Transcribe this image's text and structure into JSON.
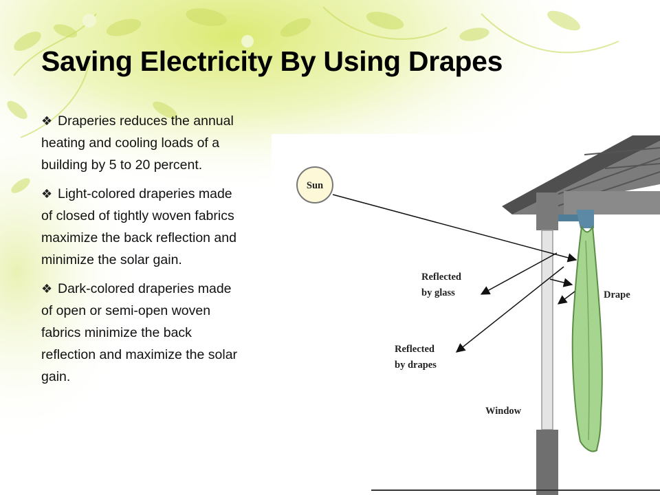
{
  "title": "Saving Electricity By Using Drapes",
  "bullet_icon": "diamond-bullet-icon",
  "bullets": [
    "Draperies reduces the annual heating and cooling loads of a building by 5 to 20 percent.",
    "Light-colored draperies made of closed of tightly woven fabrics maximize the back reflection and minimize the solar gain.",
    "Dark-colored draperies made of open or semi-open woven fabrics minimize the back reflection and maximize the solar gain."
  ],
  "diagram": {
    "sun_label": "Sun",
    "reflected_glass": [
      "Reflected",
      "by glass"
    ],
    "reflected_drapes": [
      "Reflected",
      "by drapes"
    ],
    "drape_label": "Drape",
    "window_label": "Window"
  },
  "colors": {
    "background_accent": "#d8e86a",
    "sun_fill": "#fdf8d8",
    "roof": "#6a6a6a",
    "drape": "#9dd08a",
    "window_glass": "#e6e6e6"
  }
}
